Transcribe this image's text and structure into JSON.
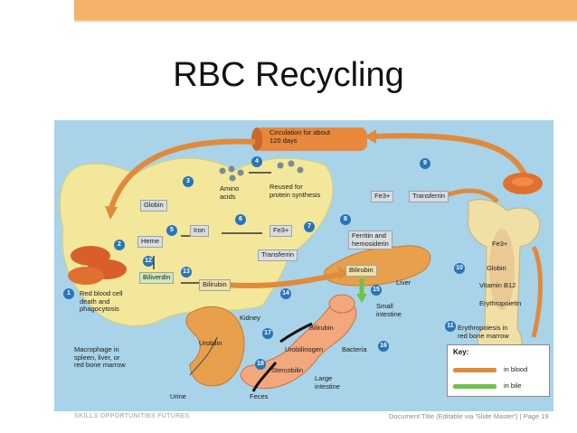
{
  "slide": {
    "title": "RBC Recycling",
    "footer_logo": "SKILLS OPPORTUNITIES FUTURES",
    "footer_right": "Document Title (Editable via 'Slide Master') | Page 19"
  },
  "diagram": {
    "circulation": "Circulation for about\n120 days",
    "globin": "Globin",
    "amino_acids": "Amino\nacids",
    "reused": "Reused for\nprotein synthesis",
    "transferrin_top": "Transferrin",
    "fe3_top": "Fe3+",
    "heme": "Heme",
    "iron": "Iron",
    "fe3_mid": "Fe3+",
    "transferrin_mid": "Transferrin",
    "ferritin": "Ferritin and\nhemosiderin",
    "liver": "Liver",
    "bilirubin_liver": "Bilirubin",
    "biliverdin": "Biliverdin",
    "bilirubin_mac": "Bilirubin",
    "rbc_death": "Red blood cell\ndeath and\nphagocytosis",
    "macrophage": "Macrophage in\nspleen, liver, or\nred bone marrow",
    "kidney": "Kidney",
    "urobilin": "Urobilin",
    "urine": "Urine",
    "bilirubin_int": "Bilirubin",
    "urobilinogen": "Urobilinogen",
    "bacteria": "Bacteria",
    "stercobilin": "Stercobilin",
    "feces": "Feces",
    "large_intestine": "Large\nintestine",
    "small_intestine": "Small\nintestine",
    "fe3_bone": "Fe3+",
    "globin_bone": "Globin",
    "vitamin": "Vitamin B12",
    "erythropoietin": "Erythropoietin",
    "erythropoiesis": "Erythropoiesis in\nred bone marrow",
    "numbers": [
      "1",
      "2",
      "3",
      "4",
      "5",
      "6",
      "7",
      "8",
      "9",
      "10",
      "11",
      "12",
      "13",
      "14",
      "15",
      "16",
      "17",
      "18"
    ]
  },
  "key": {
    "title": "Key:",
    "blood": "in blood",
    "bile": "in bile",
    "colors": {
      "blood": "#e08a3c",
      "bile": "#6fc24a"
    }
  }
}
